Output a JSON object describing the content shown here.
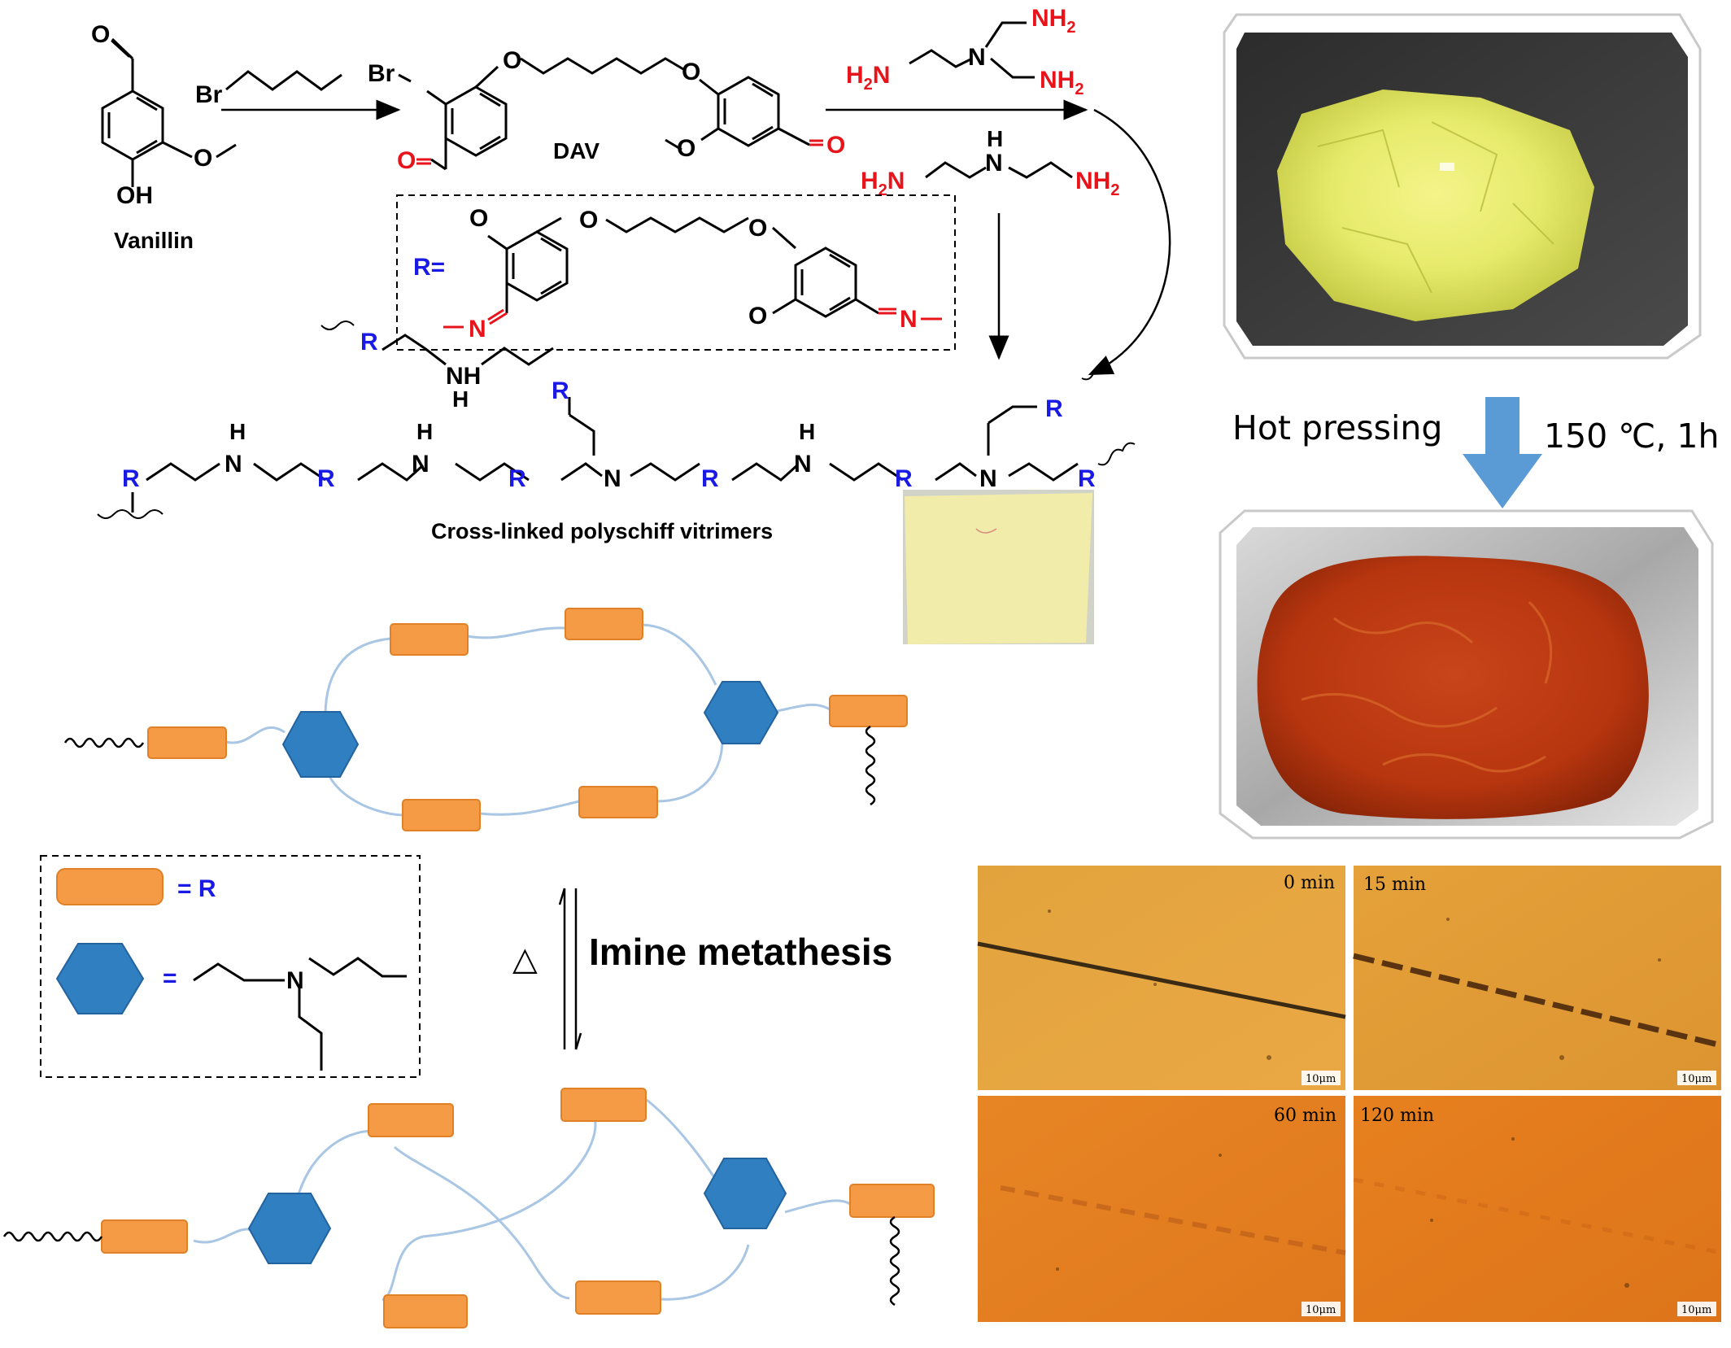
{
  "scheme": {
    "reagent_dibromide_left": "Br",
    "reagent_dibromide_right": "Br",
    "vanillin_name": "Vanillin",
    "vanillin_oh": "OH",
    "dav_name": "DAV",
    "r_definition_label": "R=",
    "product_name": "Cross-linked polyschiff vitrimers",
    "r_symbol": "R",
    "nh_label": "NH",
    "h_label": "H",
    "n_label": "N",
    "o_label": "O",
    "imine_n": "N",
    "tren_nh2_top": "NH",
    "tren_nh2_right": "NH",
    "tren_h2n": "H",
    "deta_nh2": "NH",
    "deta_h2n": "H",
    "sub2": "2"
  },
  "legend": {
    "rect_equals": "= R",
    "hex_equals": "="
  },
  "mechanism": {
    "label": "Imine metathesis",
    "heat_symbol": "△"
  },
  "hot_pressing": {
    "label": "Hot pressing",
    "conditions": "150 ℃, 1h"
  },
  "micrographs": [
    {
      "time": "0 min",
      "scale": "10μm"
    },
    {
      "time": "15 min",
      "scale": "10μm"
    },
    {
      "time": "60 min",
      "scale": "10μm"
    },
    {
      "time": "120 min",
      "scale": "10μm"
    }
  ],
  "colors": {
    "imine_red": "#e8141c",
    "r_blue": "#1a1ae6",
    "block_orange": "#f59a45",
    "hex_blue": "#2f7fc1",
    "link_line": "#a9c6e4",
    "arrow_blue": "#5b9bd5"
  }
}
